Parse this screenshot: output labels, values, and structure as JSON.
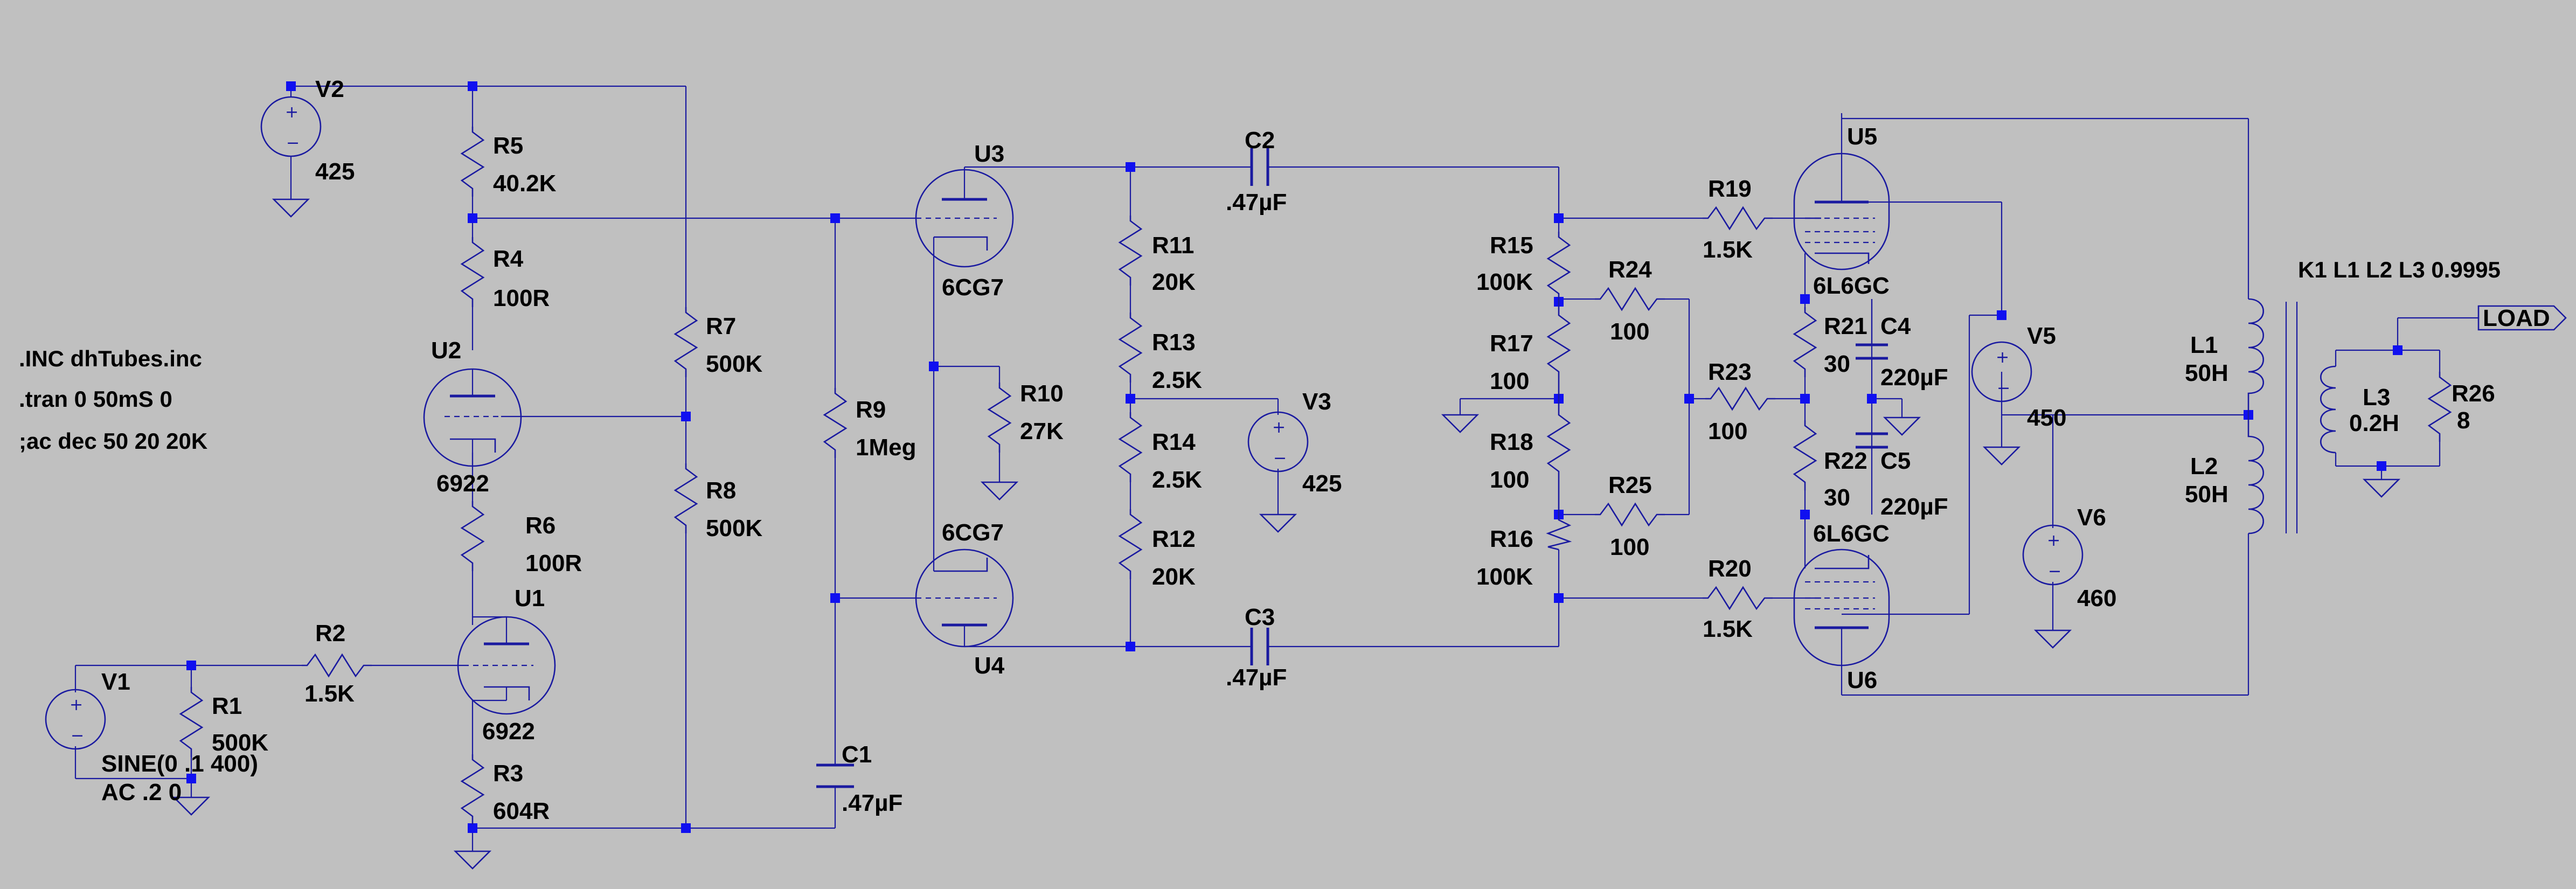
{
  "directives": [
    ".INC dhTubes.inc",
    ".tran 0 50mS 0",
    ";ac dec 50 20 20K"
  ],
  "coupling": "K1 L1 L2 L3 0.9995",
  "net_label": "LOAD",
  "sources": {
    "V1": {
      "name": "V1",
      "value": "SINE(0 .1 400)",
      "ac": "AC .2 0"
    },
    "V2": {
      "name": "V2",
      "value": "425"
    },
    "V3": {
      "name": "V3",
      "value": "425"
    },
    "V5": {
      "name": "V5",
      "value": "450"
    },
    "V6": {
      "name": "V6",
      "value": "460"
    }
  },
  "resistors": {
    "R1": {
      "name": "R1",
      "value": "500K"
    },
    "R2": {
      "name": "R2",
      "value": "1.5K"
    },
    "R3": {
      "name": "R3",
      "value": "604R"
    },
    "R4": {
      "name": "R4",
      "value": "100R"
    },
    "R5": {
      "name": "R5",
      "value": "40.2K"
    },
    "R6": {
      "name": "R6",
      "value": "100R"
    },
    "R7": {
      "name": "R7",
      "value": "500K"
    },
    "R8": {
      "name": "R8",
      "value": "500K"
    },
    "R9": {
      "name": "R9",
      "value": "1Meg"
    },
    "R10": {
      "name": "R10",
      "value": "27K"
    },
    "R11": {
      "name": "R11",
      "value": "20K"
    },
    "R12": {
      "name": "R12",
      "value": "20K"
    },
    "R13": {
      "name": "R13",
      "value": "2.5K"
    },
    "R14": {
      "name": "R14",
      "value": "2.5K"
    },
    "R15": {
      "name": "R15",
      "value": "100K"
    },
    "R16": {
      "name": "R16",
      "value": "100K"
    },
    "R17": {
      "name": "R17",
      "value": "100"
    },
    "R18": {
      "name": "R18",
      "value": "100"
    },
    "R19": {
      "name": "R19",
      "value": "1.5K"
    },
    "R20": {
      "name": "R20",
      "value": "1.5K"
    },
    "R21": {
      "name": "R21",
      "value": "30"
    },
    "R22": {
      "name": "R22",
      "value": "30"
    },
    "R23": {
      "name": "R23",
      "value": "100"
    },
    "R24": {
      "name": "R24",
      "value": "100"
    },
    "R25": {
      "name": "R25",
      "value": "100"
    },
    "R26": {
      "name": "R26",
      "value": "8"
    }
  },
  "capacitors": {
    "C1": {
      "name": "C1",
      "value": ".47µF"
    },
    "C2": {
      "name": "C2",
      "value": ".47µF"
    },
    "C3": {
      "name": "C3",
      "value": ".47µF"
    },
    "C4": {
      "name": "C4",
      "value": "220µF"
    },
    "C5": {
      "name": "C5",
      "value": "220µF"
    }
  },
  "inductors": {
    "L1": {
      "name": "L1",
      "value": "50H"
    },
    "L2": {
      "name": "L2",
      "value": "50H"
    },
    "L3": {
      "name": "L3",
      "value": "0.2H"
    }
  },
  "tubes": {
    "U1": {
      "name": "U1",
      "model": "6922"
    },
    "U2": {
      "name": "U2",
      "model": "6922"
    },
    "U3": {
      "name": "U3",
      "model": "6CG7"
    },
    "U4": {
      "name": "U4",
      "model": "6CG7"
    },
    "U5": {
      "name": "U5",
      "model": "6L6GC"
    },
    "U6": {
      "name": "U6",
      "model": "6L6GC"
    }
  }
}
